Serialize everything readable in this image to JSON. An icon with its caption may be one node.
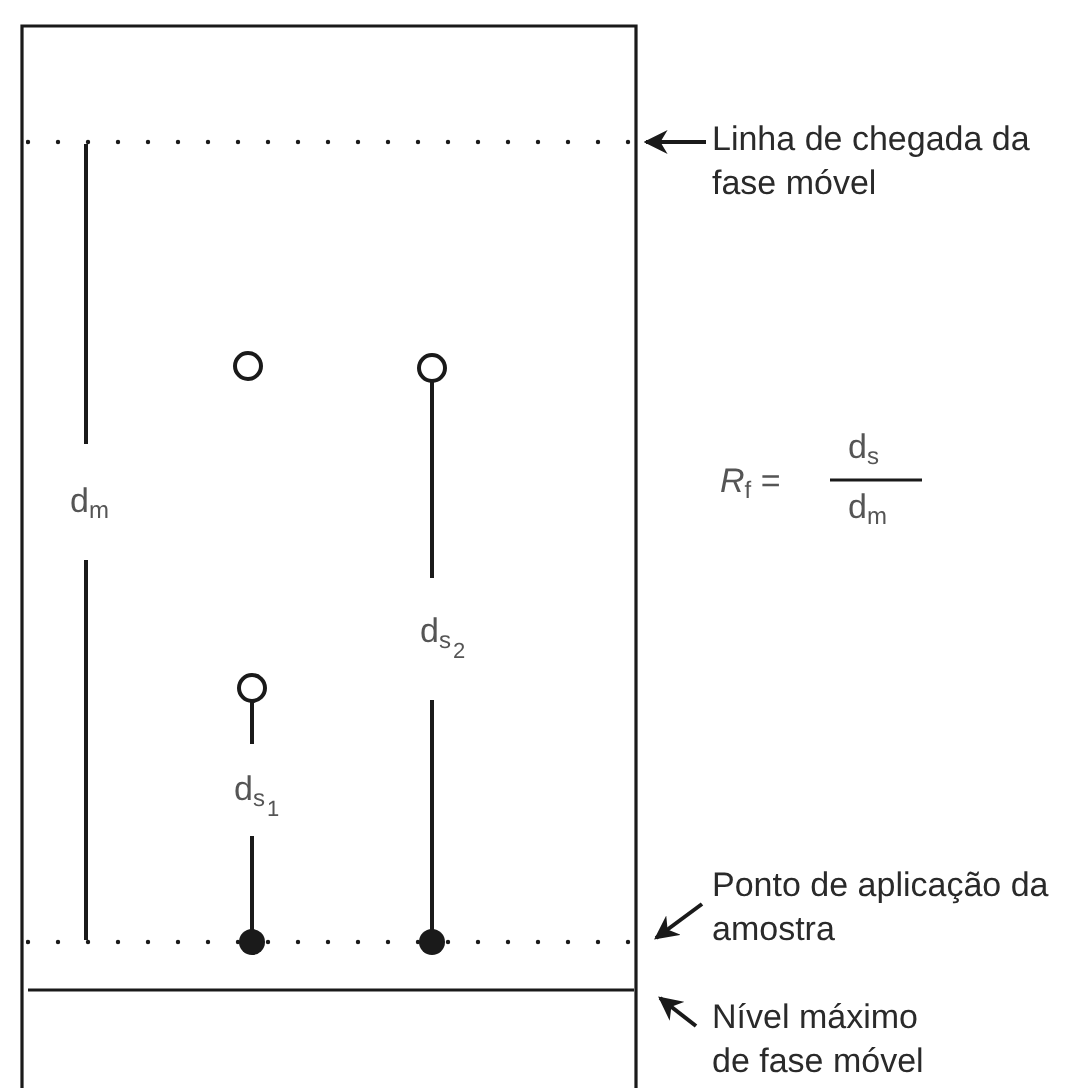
{
  "diagram": {
    "nodes": [
      {
        "text": [
          "Linha de chegada da fase móvel"
        ]
      },
      {
        "text": [],
        "shape": "line"
      },
      {
        "text": [
          "Ponto de aplicação da amostra"
        ]
      },
      {
        "text": [],
        "shape": "line"
      },
      {
        "text": [
          "Nível máximo de fase móvel"
        ]
      },
      {
        "text": [],
        "shape": "line"
      }
    ],
    "edges": [
      {
        "from": 0,
        "to": 1,
        "arrow": "to"
      },
      {
        "from": 2,
        "to": 3,
        "arrow": "to"
      },
      {
        "from": 4,
        "to": 5,
        "arrow": "to"
      }
    ],
    "labels": [
      "*R*$_{f}$ =",
      "d$_{s}$",
      "d$_{m}$",
      "d$_{m}$",
      "d$_{s}$$_{2}$",
      "d$_{s}$$_{1}$"
    ]
  }
}
